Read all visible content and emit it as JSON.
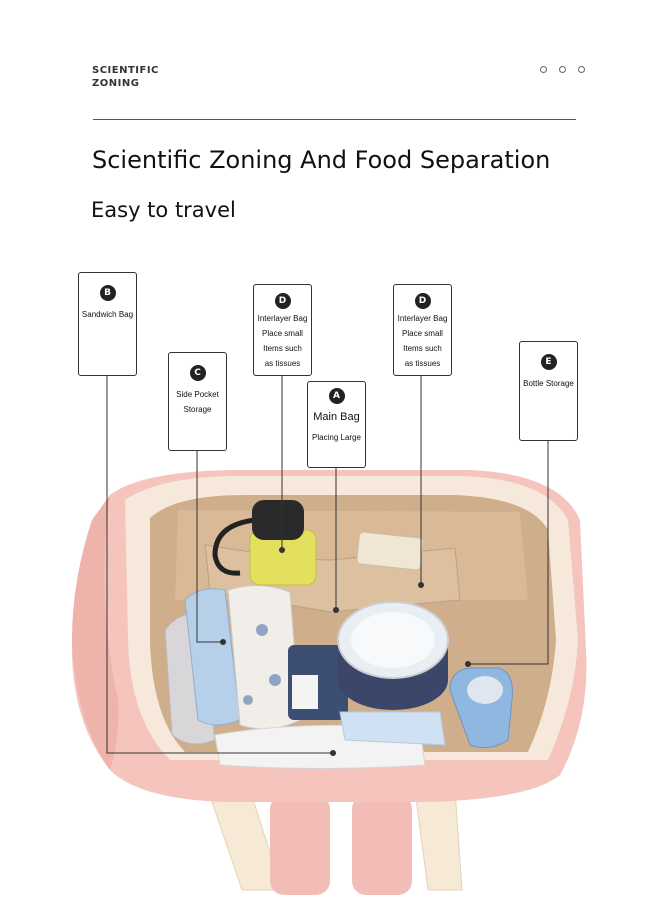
{
  "header": {
    "brand_line1": "SCIENTIFIC",
    "brand_line2": "ZONING",
    "title": "Scientific Zoning And Food Separation",
    "subtitle": "Easy to travel"
  },
  "labels": [
    {
      "letter": "B",
      "lines": [
        "Sandwich Bag"
      ]
    },
    {
      "letter": "C",
      "lines": [
        "Side Pocket",
        "Storage"
      ]
    },
    {
      "letter": "D",
      "lines": [
        "Interlayer Bag",
        "Place small",
        "Items such",
        "as tissues"
      ]
    },
    {
      "letter": "A",
      "lines": [
        "Main Bag",
        "Placing Large"
      ]
    },
    {
      "letter": "D",
      "lines": [
        "Interlayer Bag",
        "Place small",
        "Items such",
        "as tissues"
      ]
    },
    {
      "letter": "E",
      "lines": [
        "Bottle Storage"
      ]
    }
  ],
  "colors": {
    "bag_pink": "#f3c3bc",
    "bag_lining": "#cfae8c",
    "bag_rim": "#f6e8da",
    "bottle_yellow": "#e2e05c",
    "formula_tin": "#e9eef2",
    "baby_bottle_blue": "#8fb7df"
  },
  "icons": [
    "window-dots-icon"
  ]
}
